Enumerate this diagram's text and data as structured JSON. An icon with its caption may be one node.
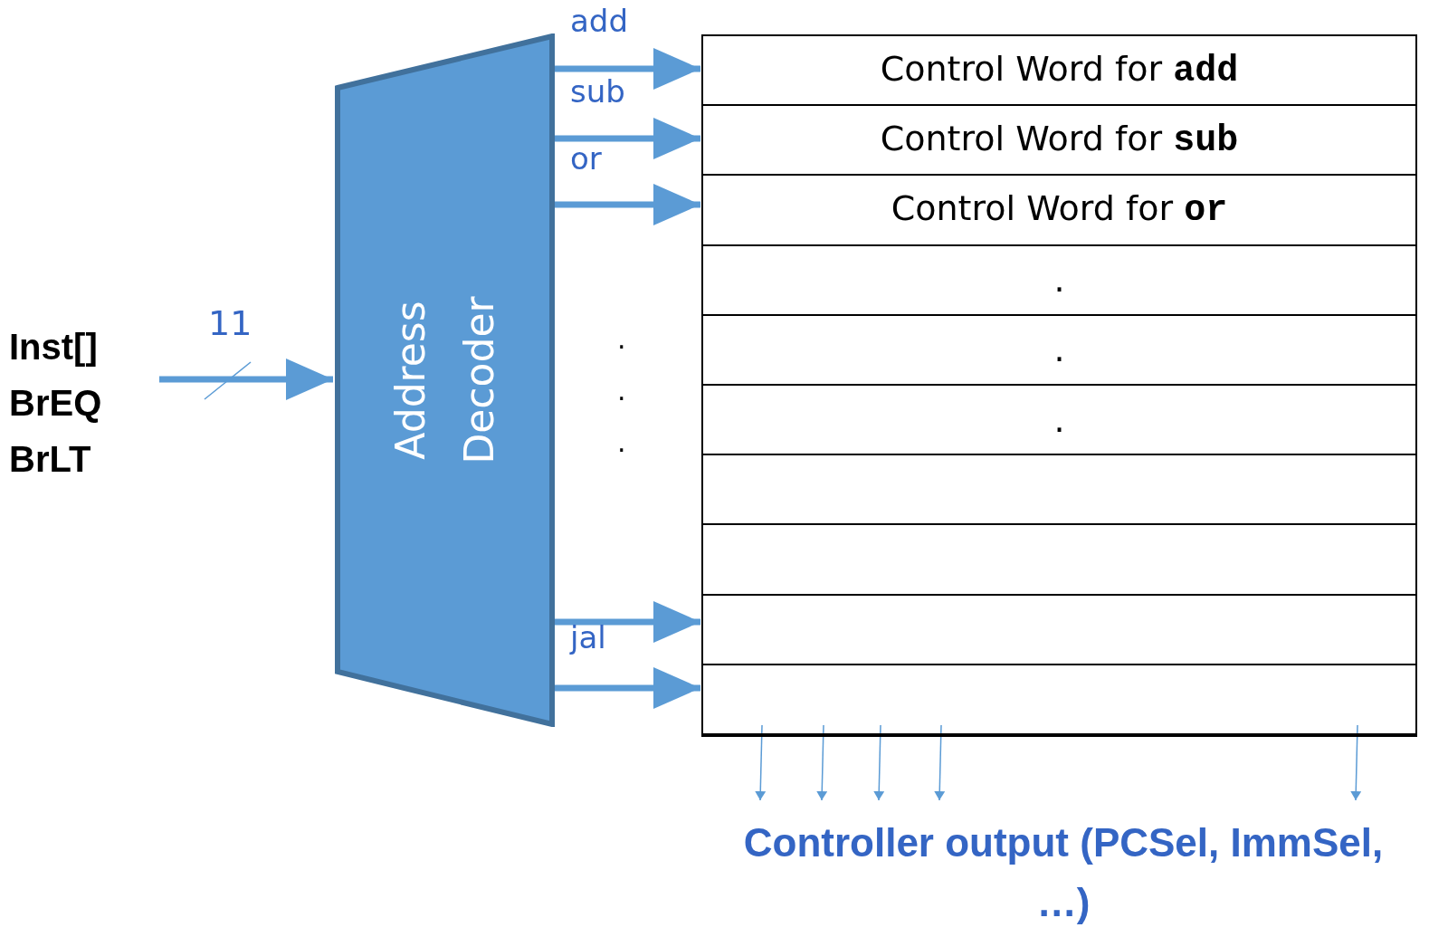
{
  "diagram": {
    "nodes": [
      {
        "text": [
          "Inst[]",
          "BrEQ",
          "BrLT"
        ]
      },
      {
        "text": [
          "Address Decoder"
        ]
      },
      {
        "text": [],
        "shape": "box"
      },
      {
        "text": [
          "Control Word for **add**"
        ],
        "in": 2
      },
      {
        "text": [
          "Control Word for **sub**"
        ],
        "in": 2
      },
      {
        "text": [
          "Control Word for **or**"
        ],
        "in": 2
      },
      {
        "text": [
          "."
        ],
        "in": 2
      },
      {
        "text": [
          "."
        ],
        "in": 2
      },
      {
        "text": [
          "."
        ],
        "in": 2
      },
      {
        "text": [],
        "shape": "box",
        "in": 2
      },
      {
        "text": [],
        "shape": "box",
        "in": 2
      },
      {
        "text": [],
        "shape": "box",
        "in": 2
      },
      {
        "text": [],
        "shape": "box",
        "in": 2
      },
      {
        "text": [
          "Controller output (PCSel, ImmSel, …)"
        ]
      }
    ],
    "edges": [
      {
        "from": 0,
        "to": 1,
        "arrow": "to",
        "label": "11"
      },
      {
        "from": 1,
        "to": 3,
        "arrow": "to",
        "label": "add"
      },
      {
        "from": 1,
        "to": 4,
        "arrow": "to",
        "label": "sub"
      },
      {
        "from": 1,
        "to": 5,
        "arrow": "to",
        "label": "or"
      },
      {
        "from": 1,
        "to": 11,
        "arrow": "to"
      },
      {
        "from": 1,
        "to": 12,
        "arrow": "to",
        "label": "jal"
      },
      {
        "from": 2,
        "to": 13,
        "arrow": "to"
      },
      {
        "from": 2,
        "to": 13,
        "arrow": "to"
      },
      {
        "from": 2,
        "to": 13,
        "arrow": "to"
      },
      {
        "from": 2,
        "to": 13,
        "arrow": "to"
      },
      {
        "from": 2,
        "to": 13,
        "arrow": "to"
      }
    ],
    "labels": [
      ".",
      ".",
      "."
    ]
  }
}
